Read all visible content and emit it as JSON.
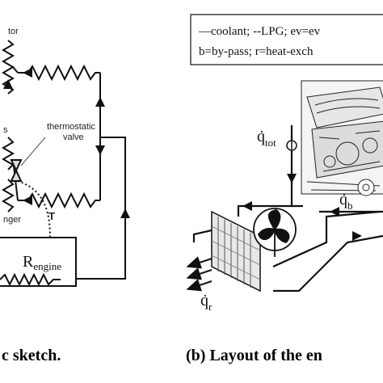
{
  "left_panel": {
    "radiator_label": "tor",
    "bypass_label": "s",
    "exchanger_label": "nger",
    "valve_label_line1": "thermostatic",
    "valve_label_line2": "valve",
    "temp_label": "T",
    "engine_label_main": "R",
    "engine_label_sub": "engine",
    "caption": "c sketch."
  },
  "right_panel": {
    "legend_line1": "—coolant; --LPG; ev=ev",
    "legend_line2": "b=by-pass; r=heat-exch",
    "q_tot_main": "q̇",
    "q_tot_sub": "tot",
    "q_b_main": "q̇",
    "q_b_sub": "b",
    "q_r_main": "q̇",
    "q_r_sub": "r",
    "caption": "(b) Layout of the en"
  },
  "colors": {
    "line": "#111111",
    "text": "#222222"
  }
}
